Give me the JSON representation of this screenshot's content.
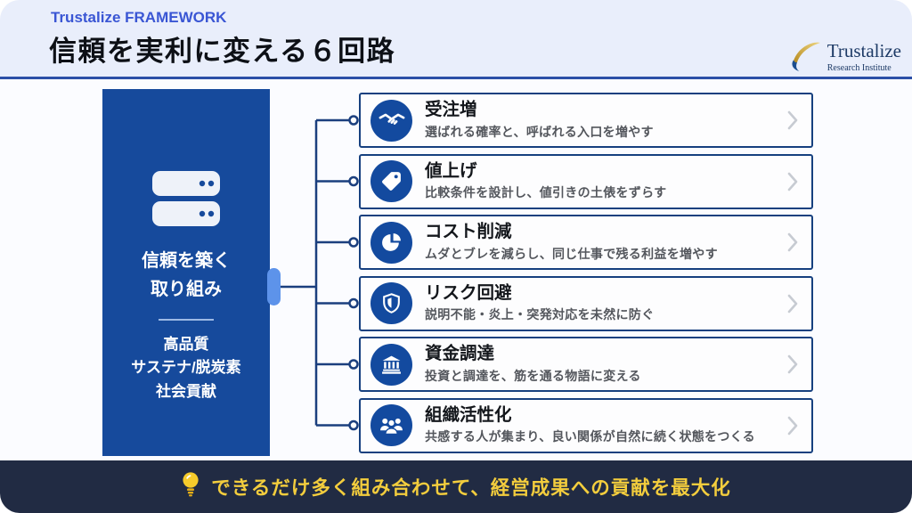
{
  "header": {
    "eyebrow": "Trustalize FRAMEWORK",
    "title": "信頼を実利に変える６回路"
  },
  "logo": {
    "name": "Trustalize",
    "subtitle": "Research Institute",
    "icon": "swoosh-logo-icon"
  },
  "source_box": {
    "icon": "server-icon",
    "title_line1": "信頼を築く",
    "title_line2": "取り組み",
    "items": [
      "高品質",
      "サステナ/脱炭素",
      "社会貢献"
    ]
  },
  "circuits": [
    {
      "icon": "handshake-icon",
      "title": "受注増",
      "description": "選ばれる確率と、呼ばれる入口を増やす"
    },
    {
      "icon": "tag-icon",
      "title": "値上げ",
      "description": "比較条件を設計し、値引きの土俵をずらす"
    },
    {
      "icon": "pie-chart-icon",
      "title": "コスト削減",
      "description": "ムダとブレを減らし、同じ仕事で残る利益を増やす"
    },
    {
      "icon": "shield-icon",
      "title": "リスク回避",
      "description": "説明不能・炎上・突発対応を未然に防ぐ"
    },
    {
      "icon": "bank-icon",
      "title": "資金調達",
      "description": "投資と調達を、筋を通る物語に変える"
    },
    {
      "icon": "people-icon",
      "title": "組織活性化",
      "description": "共感する人が集まり、良い関係が自然に続く状態をつくる"
    }
  ],
  "footer": {
    "icon": "lightbulb-icon",
    "message": "できるだけ多く組み合わせて、経営成果への貢献を最大化"
  },
  "colors": {
    "header_bg": "#e9eefb",
    "eyebrow_blue": "#3a56d4",
    "primary_blue": "#164a9c",
    "badge_blue": "#134a9f",
    "line_blue": "#1b3f7e",
    "nub_blue": "#5d93ea",
    "footer_bg": "#212b43",
    "footer_yellow": "#f3cd3d"
  }
}
